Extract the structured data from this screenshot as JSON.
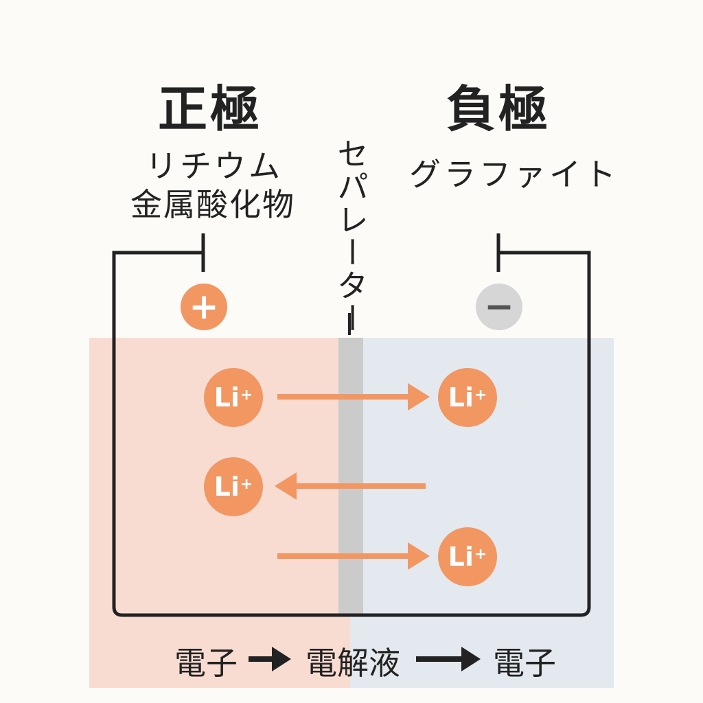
{
  "positive": {
    "title": "正極",
    "material_line1": "リチウム",
    "material_line2": "金属酸化物",
    "terminal_symbol": "+"
  },
  "negative": {
    "title": "負極",
    "material": "グラファイト",
    "terminal_symbol": "−"
  },
  "separator": {
    "label": "セパレーター"
  },
  "ions": [
    {
      "symbol": "Li",
      "charge": "+"
    },
    {
      "symbol": "Li",
      "charge": "+"
    },
    {
      "symbol": "Li",
      "charge": "+"
    },
    {
      "symbol": "Li",
      "charge": "+"
    }
  ],
  "bottom": {
    "left": "電子",
    "middle": "電解液",
    "right": "電子"
  },
  "colors": {
    "positive_zone": "#f8dcd2",
    "negative_zone": "#e3e9ee",
    "separator": "#cbcbcb",
    "ion": "#f29662",
    "wire": "#222222"
  }
}
